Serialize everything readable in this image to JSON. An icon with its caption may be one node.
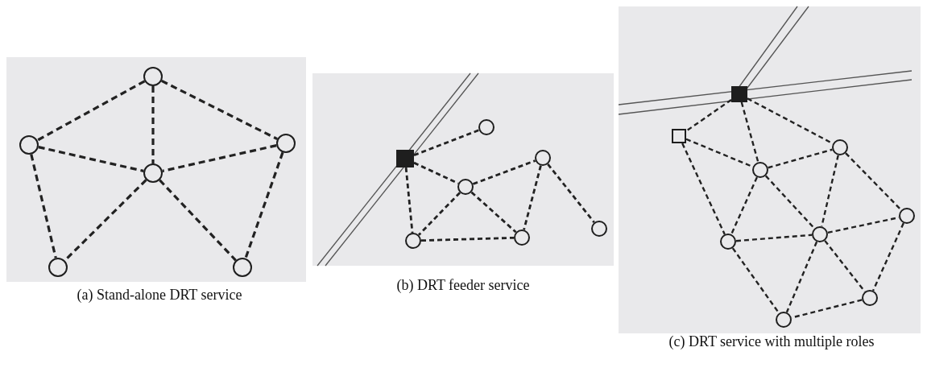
{
  "diagram": {
    "nodes": [
      {
        "text": [
          "(a) Stand-alone DRT service"
        ]
      },
      {
        "text": [],
        "shape": "circle",
        "in": 0
      },
      {
        "text": [],
        "shape": "circle",
        "in": 0
      },
      {
        "text": [],
        "shape": "circle",
        "in": 0
      },
      {
        "text": [],
        "shape": "circle",
        "in": 0
      },
      {
        "text": [],
        "shape": "circle",
        "in": 0
      },
      {
        "text": [],
        "shape": "circle",
        "in": 0
      },
      {
        "text": [
          "(b) DRT feeder service"
        ]
      },
      {
        "text": [],
        "shape": "box",
        "in": 7
      },
      {
        "text": [],
        "shape": "circle",
        "in": 7
      },
      {
        "text": [],
        "shape": "circle",
        "in": 7
      },
      {
        "text": [],
        "shape": "circle",
        "in": 7
      },
      {
        "text": [],
        "shape": "circle",
        "in": 7
      },
      {
        "text": [],
        "shape": "circle",
        "in": 7
      },
      {
        "text": [],
        "shape": "circle",
        "in": 7
      },
      {
        "text": [
          "(c) DRT service with multiple roles"
        ]
      },
      {
        "text": [],
        "shape": "box",
        "in": 15
      },
      {
        "text": [],
        "shape": "box",
        "in": 15
      },
      {
        "text": [],
        "shape": "circle",
        "in": 15
      },
      {
        "text": [],
        "shape": "circle",
        "in": 15
      },
      {
        "text": [],
        "shape": "circle",
        "in": 15
      },
      {
        "text": [],
        "shape": "circle",
        "in": 15
      },
      {
        "text": [],
        "shape": "circle",
        "in": 15
      },
      {
        "text": [],
        "shape": "circle",
        "in": 15
      },
      {
        "text": [],
        "shape": "circle",
        "in": 15
      }
    ],
    "edges": [
      {
        "from": 1,
        "to": 2,
        "arrow": "none",
        "style": "dashed"
      },
      {
        "from": 1,
        "to": 3,
        "arrow": "none",
        "style": "dashed"
      },
      {
        "from": 1,
        "to": 4,
        "arrow": "none",
        "style": "dashed"
      },
      {
        "from": 2,
        "to": 4,
        "arrow": "none",
        "style": "dashed"
      },
      {
        "from": 3,
        "to": 4,
        "arrow": "none",
        "style": "dashed"
      },
      {
        "from": 2,
        "to": 5,
        "arrow": "none",
        "style": "dashed"
      },
      {
        "from": 4,
        "to": 5,
        "arrow": "none",
        "style": "dashed"
      },
      {
        "from": 4,
        "to": 6,
        "arrow": "none",
        "style": "dashed"
      },
      {
        "from": 3,
        "to": 6,
        "arrow": "none",
        "style": "dashed"
      },
      {
        "from": 8,
        "to": 9,
        "arrow": "none",
        "style": "dashed"
      },
      {
        "from": 8,
        "to": 10,
        "arrow": "none",
        "style": "dashed"
      },
      {
        "from": 8,
        "to": 12,
        "arrow": "none",
        "style": "dashed"
      },
      {
        "from": 10,
        "to": 11,
        "arrow": "none",
        "style": "dashed"
      },
      {
        "from": 10,
        "to": 12,
        "arrow": "none",
        "style": "dashed"
      },
      {
        "from": 10,
        "to": 13,
        "arrow": "none",
        "style": "dashed"
      },
      {
        "from": 12,
        "to": 13,
        "arrow": "none",
        "style": "dashed"
      },
      {
        "from": 11,
        "to": 13,
        "arrow": "none",
        "style": "dashed"
      },
      {
        "from": 11,
        "to": 14,
        "arrow": "none",
        "style": "dashed"
      },
      {
        "from": 16,
        "to": 17,
        "arrow": "none",
        "style": "dashed"
      },
      {
        "from": 16,
        "to": 18,
        "arrow": "none",
        "style": "dashed"
      },
      {
        "from": 16,
        "to": 19,
        "arrow": "none",
        "style": "dashed"
      },
      {
        "from": 17,
        "to": 18,
        "arrow": "none",
        "style": "dashed"
      },
      {
        "from": 17,
        "to": 21,
        "arrow": "none",
        "style": "dashed"
      },
      {
        "from": 18,
        "to": 19,
        "arrow": "none",
        "style": "dashed"
      },
      {
        "from": 18,
        "to": 21,
        "arrow": "none",
        "style": "dashed"
      },
      {
        "from": 18,
        "to": 22,
        "arrow": "none",
        "style": "dashed"
      },
      {
        "from": 19,
        "to": 22,
        "arrow": "none",
        "style": "dashed"
      },
      {
        "from": 19,
        "to": 20,
        "arrow": "none",
        "style": "dashed"
      },
      {
        "from": 21,
        "to": 22,
        "arrow": "none",
        "style": "dashed"
      },
      {
        "from": 21,
        "to": 24,
        "arrow": "none",
        "style": "dashed"
      },
      {
        "from": 22,
        "to": 20,
        "arrow": "none",
        "style": "dashed"
      },
      {
        "from": 22,
        "to": 23,
        "arrow": "none",
        "style": "dashed"
      },
      {
        "from": 22,
        "to": 24,
        "arrow": "none",
        "style": "dashed"
      },
      {
        "from": 20,
        "to": 23,
        "arrow": "none",
        "style": "dashed"
      },
      {
        "from": 23,
        "to": 24,
        "arrow": "none",
        "style": "dashed"
      }
    ]
  }
}
